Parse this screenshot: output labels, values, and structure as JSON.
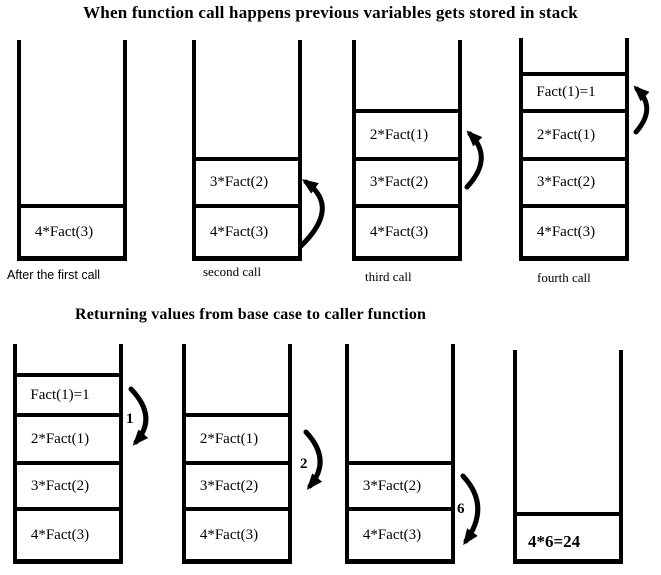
{
  "colors": {
    "background": "#ffffff",
    "ink": "#000000"
  },
  "push": {
    "title": "When function call happens previous variables gets stored in stack",
    "stacks": [
      {
        "caption": "After the first call",
        "frames": [
          "4*Fact(3)"
        ]
      },
      {
        "caption": "second call",
        "frames": [
          "3*Fact(2)",
          "4*Fact(3)"
        ]
      },
      {
        "caption": "third call",
        "frames": [
          "2*Fact(1)",
          "3*Fact(2)",
          "4*Fact(3)"
        ]
      },
      {
        "caption": "fourth call",
        "frames": [
          "Fact(1)=1",
          "2*Fact(1)",
          "3*Fact(2)",
          "4*Fact(3)"
        ]
      }
    ]
  },
  "pop": {
    "title": "Returning values from base case to caller function",
    "stacks": [
      {
        "frames": [
          "Fact(1)=1",
          "2*Fact(1)",
          "3*Fact(2)",
          "4*Fact(3)"
        ],
        "return_value": "1"
      },
      {
        "frames": [
          "2*Fact(1)",
          "3*Fact(2)",
          "4*Fact(3)"
        ],
        "return_value": "2"
      },
      {
        "frames": [
          "3*Fact(2)",
          "4*Fact(3)"
        ],
        "return_value": "6"
      },
      {
        "frames": [
          "4*6=24"
        ]
      }
    ]
  }
}
